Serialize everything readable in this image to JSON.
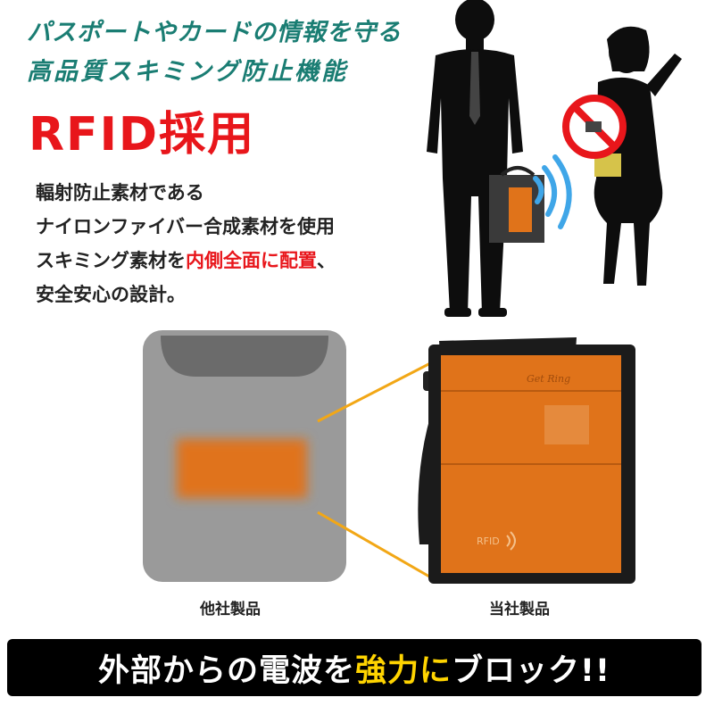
{
  "header": {
    "line1": "パスポートやカードの情報を守る",
    "line2": "高品質スキミング防止機能",
    "rfid_title": "RFID採用"
  },
  "description": {
    "line1": "輻射防止素材である",
    "line2": "ナイロンファイバー合成素材を使用",
    "line3_pre": "スキミング素材を",
    "line3_highlight": "内側全面に配置",
    "line3_post": "、",
    "line4": "安全安心の設計。"
  },
  "comparison": {
    "left_caption": "他社製品",
    "right_caption": "当社製品",
    "pouch_label": "RFID"
  },
  "banner": {
    "pre": "外部からの電波を",
    "highlight": "強力に",
    "post": "ブロック!!"
  },
  "colors": {
    "headline": "#1a7d73",
    "accent_red": "#e8161b",
    "orange": "#e0731a",
    "banner_bg": "#000000",
    "banner_highlight": "#ffd400"
  },
  "icons": [
    "no-sign-icon",
    "wireless-signal-icon",
    "rfid-signal-icon"
  ]
}
